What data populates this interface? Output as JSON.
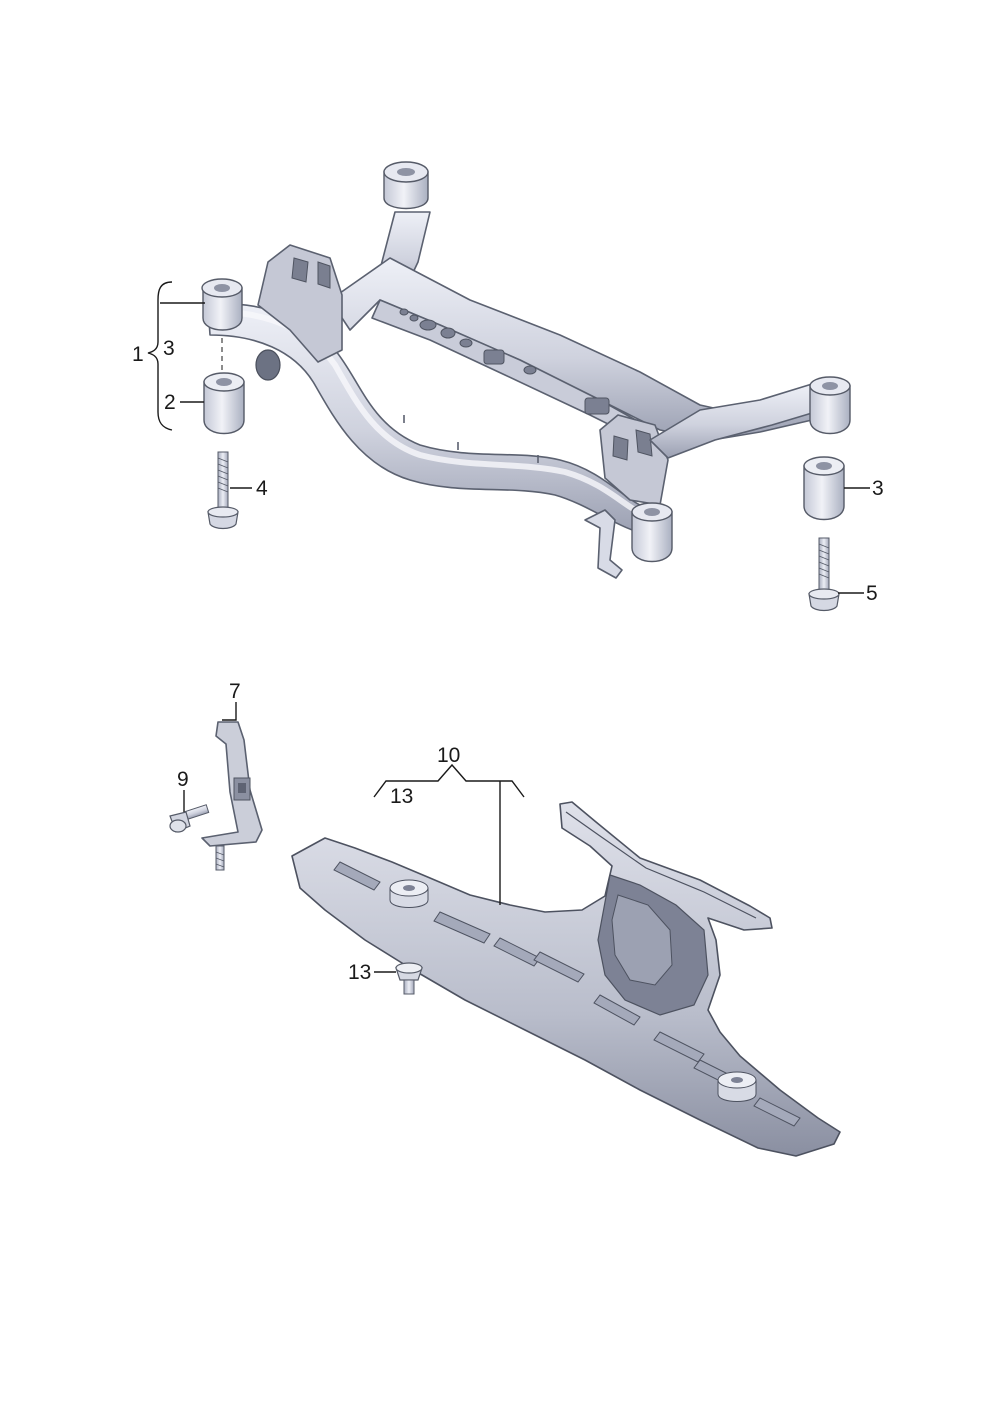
{
  "callouts": {
    "c1": "1",
    "c3_left": "3",
    "c2": "2",
    "c4": "4",
    "c3_right": "3",
    "c5": "5",
    "c7": "7",
    "c9": "9",
    "c10": "10",
    "c13_top": "13",
    "c13_bottom": "13"
  },
  "colors": {
    "metal_light": "#e4e6ef",
    "metal_mid": "#bfc3d1",
    "metal_dark": "#8c91a3",
    "shield_dark": "#6f7486",
    "line": "#1a1a1a"
  }
}
